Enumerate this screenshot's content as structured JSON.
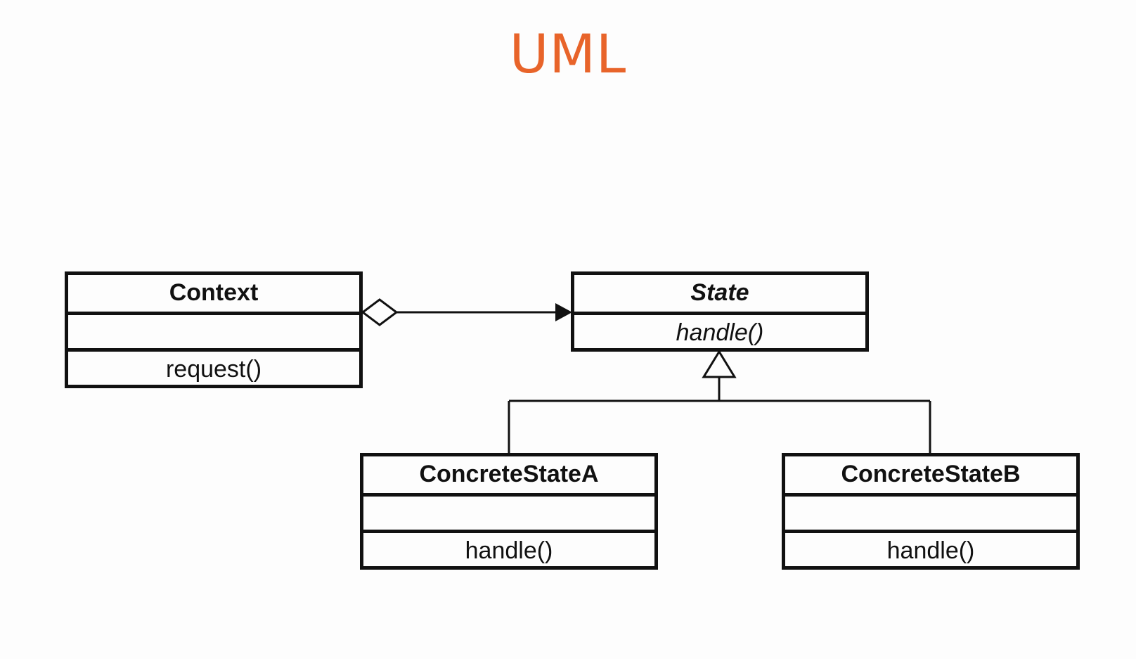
{
  "slide": {
    "title": "UML"
  },
  "colors": {
    "title": "#e8642a",
    "lines": "#111111",
    "background": "#fdfdfd"
  },
  "diagram": {
    "classes": {
      "context": {
        "name": "Context",
        "attributes": "",
        "operation": "request()"
      },
      "state": {
        "name": "State",
        "operation": "handle()",
        "abstract": true
      },
      "concrete_a": {
        "name": "ConcreteStateA",
        "attributes": "",
        "operation": "handle()"
      },
      "concrete_b": {
        "name": "ConcreteStateB",
        "attributes": "",
        "operation": "handle()"
      }
    },
    "relationships": [
      {
        "type": "aggregation",
        "from": "Context",
        "to": "State"
      },
      {
        "type": "generalization",
        "from": "ConcreteStateA",
        "to": "State"
      },
      {
        "type": "generalization",
        "from": "ConcreteStateB",
        "to": "State"
      }
    ]
  }
}
